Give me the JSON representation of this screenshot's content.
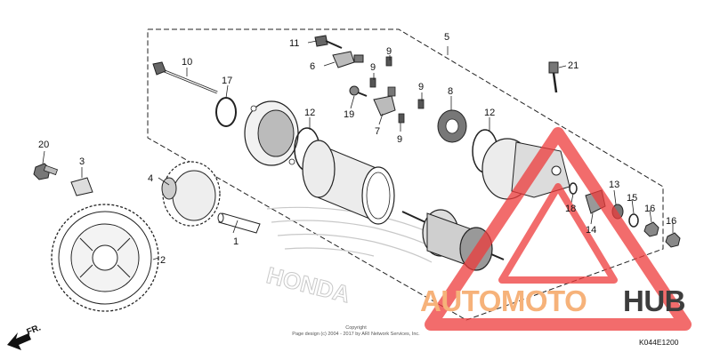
{
  "labels": {
    "p1": "1",
    "p2": "2",
    "p3": "3",
    "p4": "4",
    "p5": "5",
    "p6": "6",
    "p7": "7",
    "p8": "8",
    "p9a": "9",
    "p9b": "9",
    "p9c": "9",
    "p9d": "9",
    "p10": "10",
    "p11": "11",
    "p12a": "12",
    "p12b": "12",
    "p13": "13",
    "p14": "14",
    "p15": "15",
    "p16a": "16",
    "p16b": "16",
    "p17": "17",
    "p18": "18",
    "p19": "19",
    "p20": "20",
    "p21": "21"
  },
  "copyright": {
    "line1": "Copyright",
    "line2": "Page design (c) 2004 - 2017 by ARI Network Services, Inc."
  },
  "diagram_code": "K044E1200",
  "direction_label": "FR.",
  "watermark": {
    "part1": "AUTOMOTO",
    "part2": "HUB"
  },
  "brand_mark": "HONDA",
  "colors": {
    "line": "#222222",
    "watermark_orange": "#f6b27a",
    "watermark_red": "#ee3b3b",
    "watermark_dark": "#3d3d3d"
  }
}
